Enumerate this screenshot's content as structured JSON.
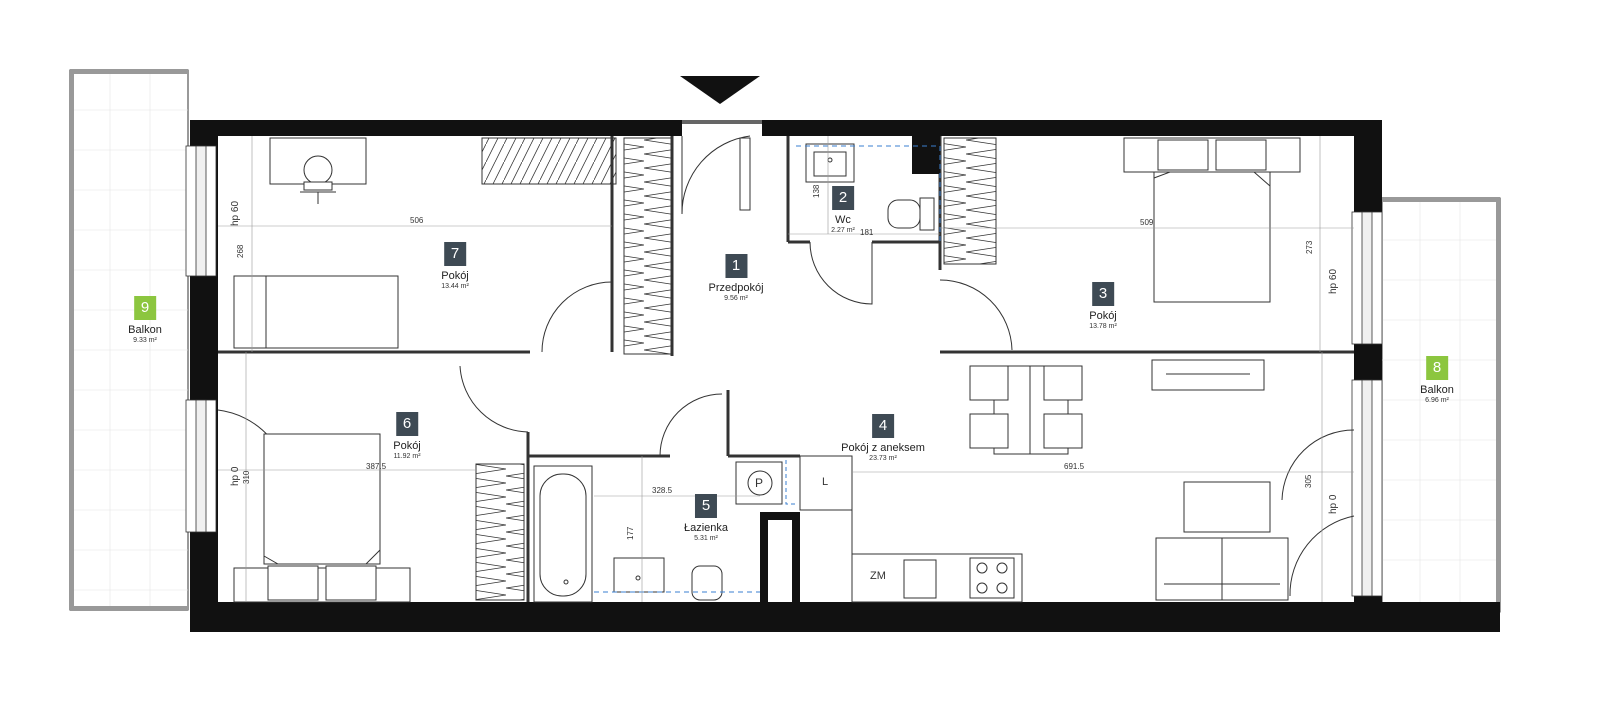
{
  "rooms": [
    {
      "num": "1",
      "name": "Przedpokój",
      "area": "9.56 m²"
    },
    {
      "num": "2",
      "name": "Wc",
      "area": "2.27 m²"
    },
    {
      "num": "3",
      "name": "Pokój",
      "area": "13.78 m²"
    },
    {
      "num": "4",
      "name": "Pokój z aneksem",
      "area": "23.73 m²"
    },
    {
      "num": "5",
      "name": "Łazienka",
      "area": "5.31 m²"
    },
    {
      "num": "6",
      "name": "Pokój",
      "area": "11.92 m²"
    },
    {
      "num": "7",
      "name": "Pokój",
      "area": "13.44 m²"
    },
    {
      "num": "8",
      "name": "Balkon",
      "area": "6.96 m²"
    },
    {
      "num": "9",
      "name": "Balkon",
      "area": "9.33 m²"
    }
  ],
  "dimensions": {
    "d506": "506",
    "d509": "509",
    "d268": "268",
    "d273": "273",
    "d138": "138",
    "d181": "181",
    "d387": "387.5",
    "d310": "310",
    "d328": "328.5",
    "d177": "177",
    "d691": "691.5",
    "d305": "305"
  },
  "window_heights": {
    "left_top": "hp 60",
    "left_bottom": "hp 0",
    "right_top": "hp 60",
    "right_bottom": "hp 0"
  },
  "symbols": {
    "elevator": "P",
    "fridge": "L",
    "dishwasher": "ZM"
  },
  "colors": {
    "wall": "#111111",
    "badge": "#3e4a54",
    "balcony_badge": "#8cc63f",
    "installation_line": "#3a7fd0"
  }
}
